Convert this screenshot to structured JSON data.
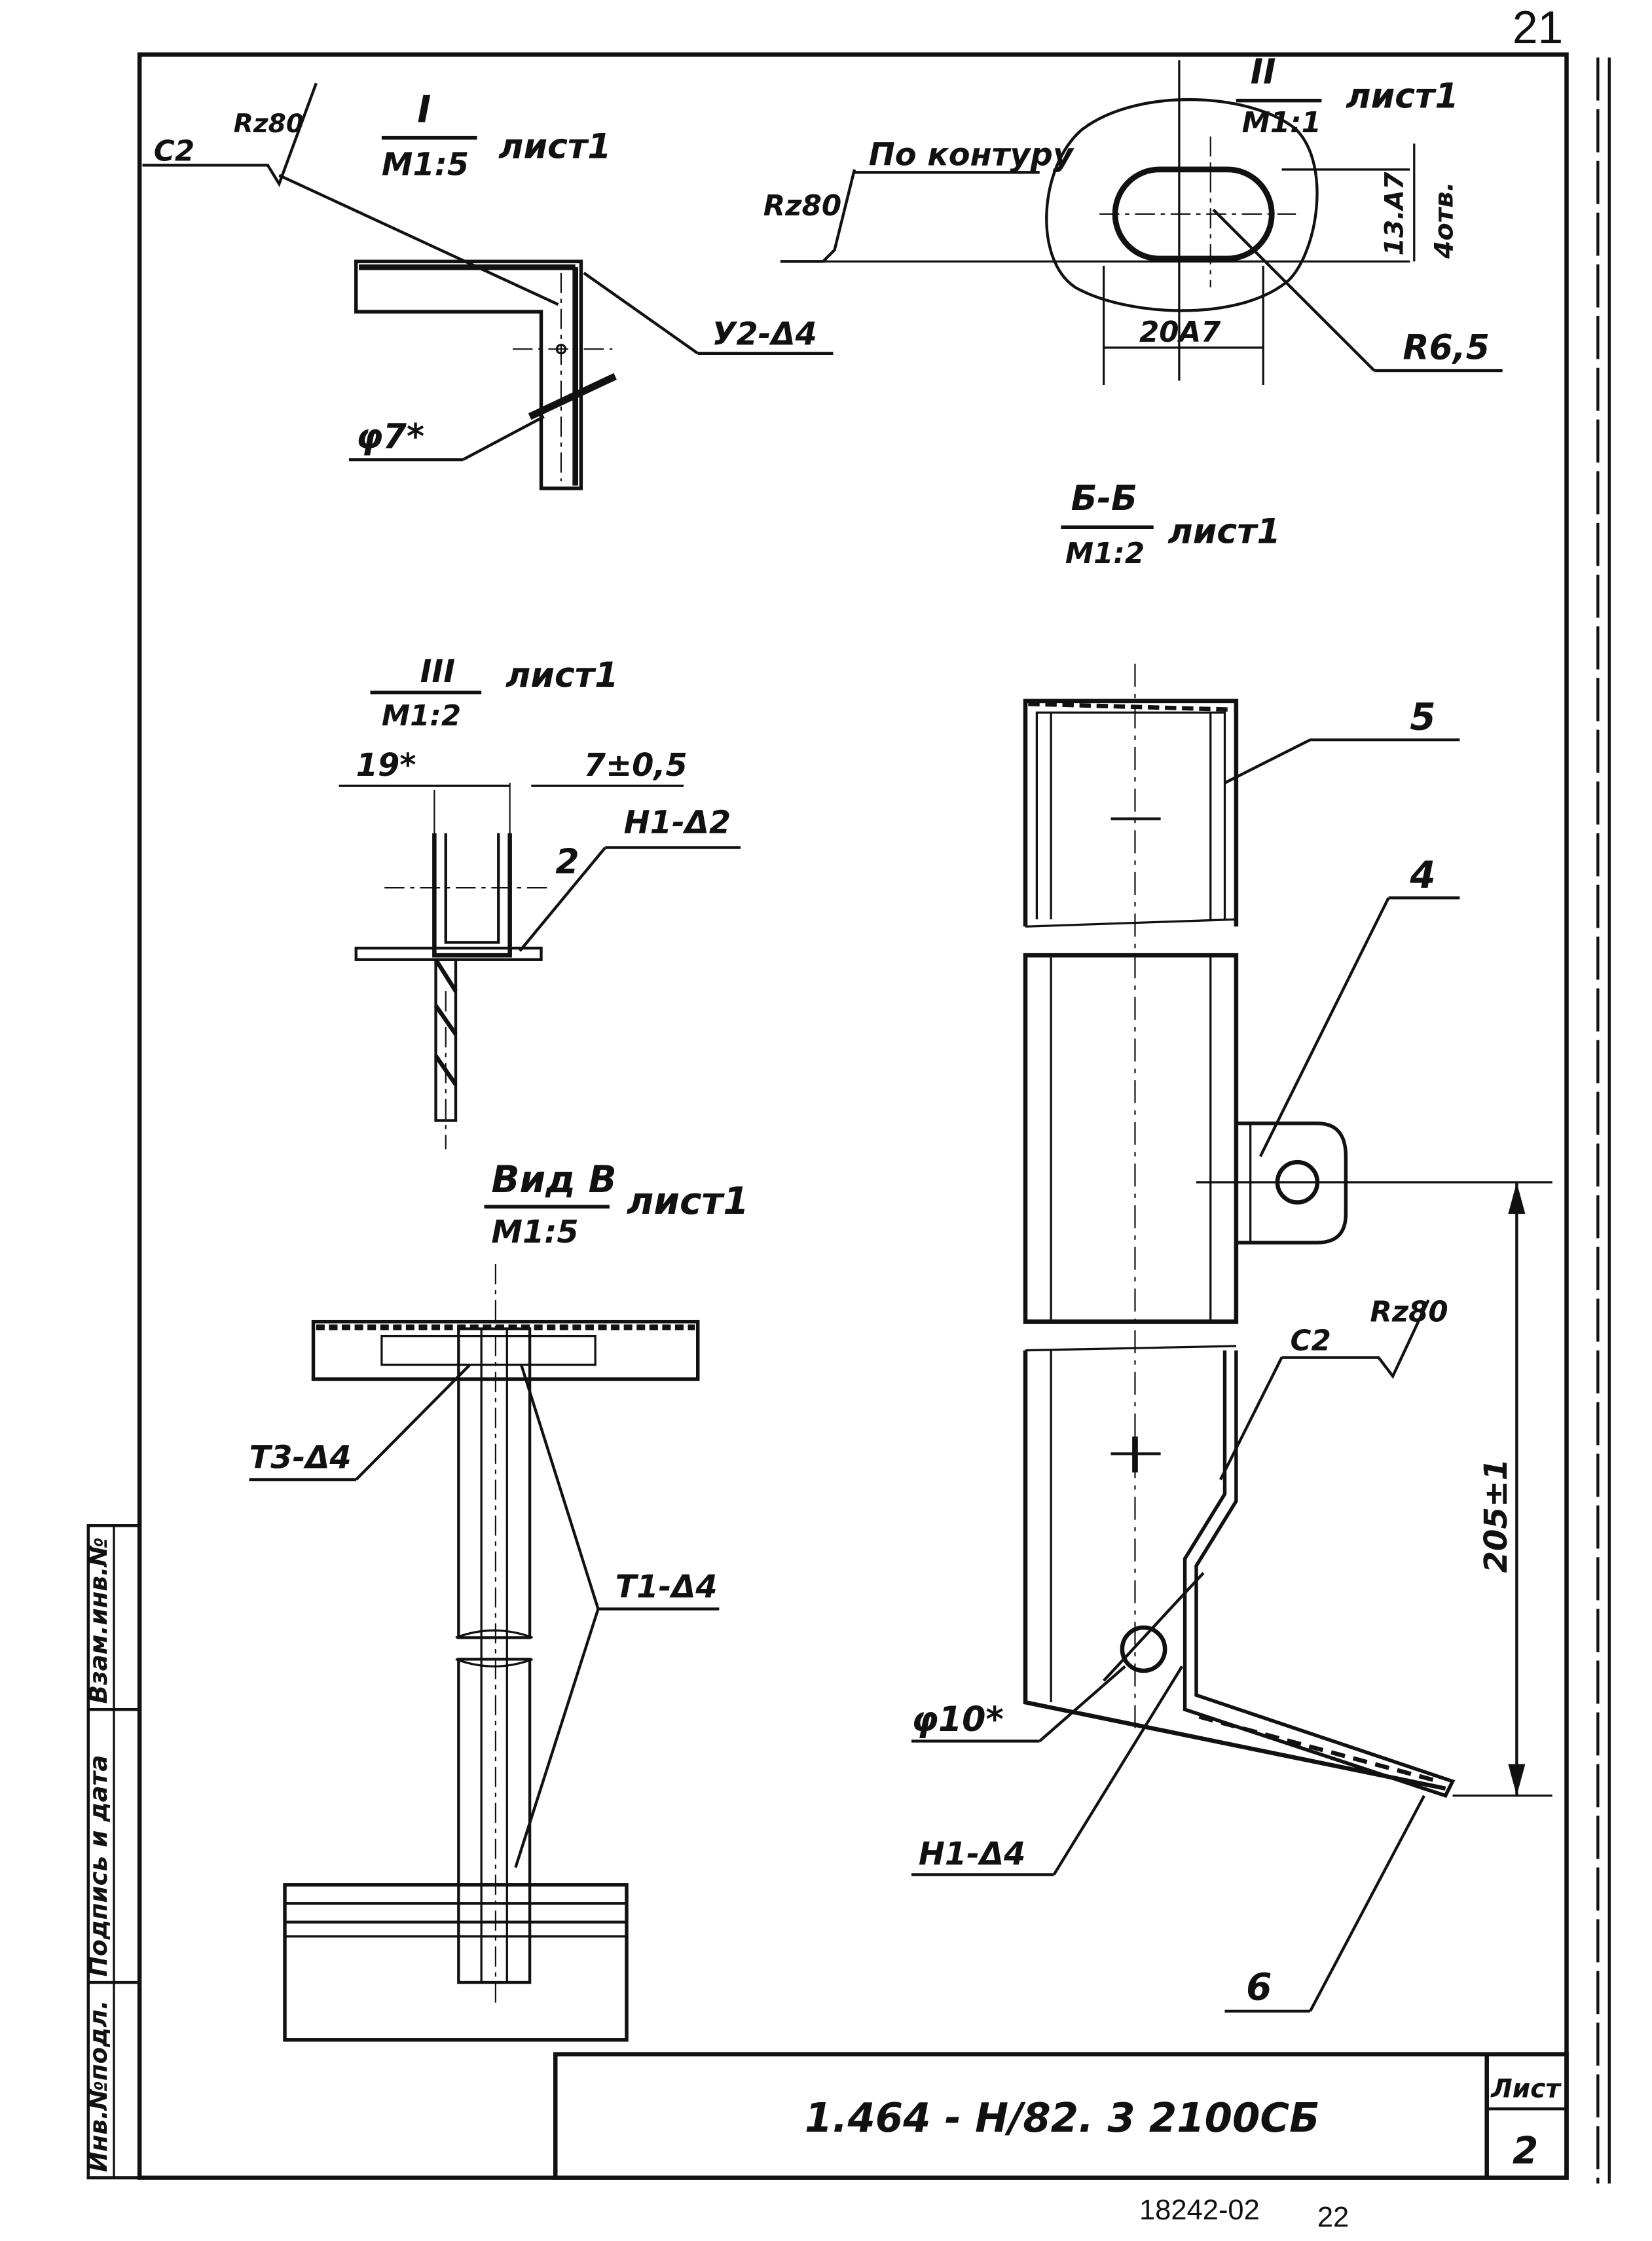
{
  "page_number_top": "21",
  "page_number_bottom": "22",
  "archive_number": "18242-02",
  "title_block": {
    "designation": "1.464 - Н/82. 3      2100СБ",
    "sheet_label": "Лист",
    "sheet_number": "2"
  },
  "side_stamp": {
    "inv_no_orig": "Инв.№подл.",
    "signature_date": "Подпись и дата",
    "replaces_inv": "Взам.инв.№"
  },
  "view_I": {
    "roman": "I",
    "scale": "М1:5",
    "sheet_ref": "лист1",
    "roughness_prefix": "С2",
    "roughness": "Rz80",
    "weld": "У2-Δ4",
    "hole": "φ7*"
  },
  "view_II": {
    "roman": "II",
    "scale": "М1:1",
    "sheet_ref": "лист1",
    "contour_note": "По контуру",
    "roughness": "Rz80",
    "dim_height": "13.А7",
    "dim_hole": "4отв.",
    "dim_width": "20А7",
    "radius": "R6,5"
  },
  "view_III": {
    "roman": "III",
    "scale": "М1:2",
    "sheet_ref": "лист1",
    "dim_left": "19*",
    "dim_right": "7±0,5",
    "weld": "Н1-Δ2",
    "callout": "2"
  },
  "view_B": {
    "title": "Вид В",
    "scale": "М1:5",
    "sheet_ref": "лист1",
    "weld_left": "Т3-Δ4",
    "weld_right": "Т1-Δ4"
  },
  "section_BB": {
    "title": "Б-Б",
    "scale": "М1:2",
    "sheet_ref": "лист1",
    "callout_5": "5",
    "callout_4": "4",
    "callout_6": "6",
    "roughness_prefix": "С2",
    "roughness": "Rz80",
    "dim_vertical": "205±1",
    "hole": "φ10*",
    "weld": "Н1-Δ4"
  }
}
